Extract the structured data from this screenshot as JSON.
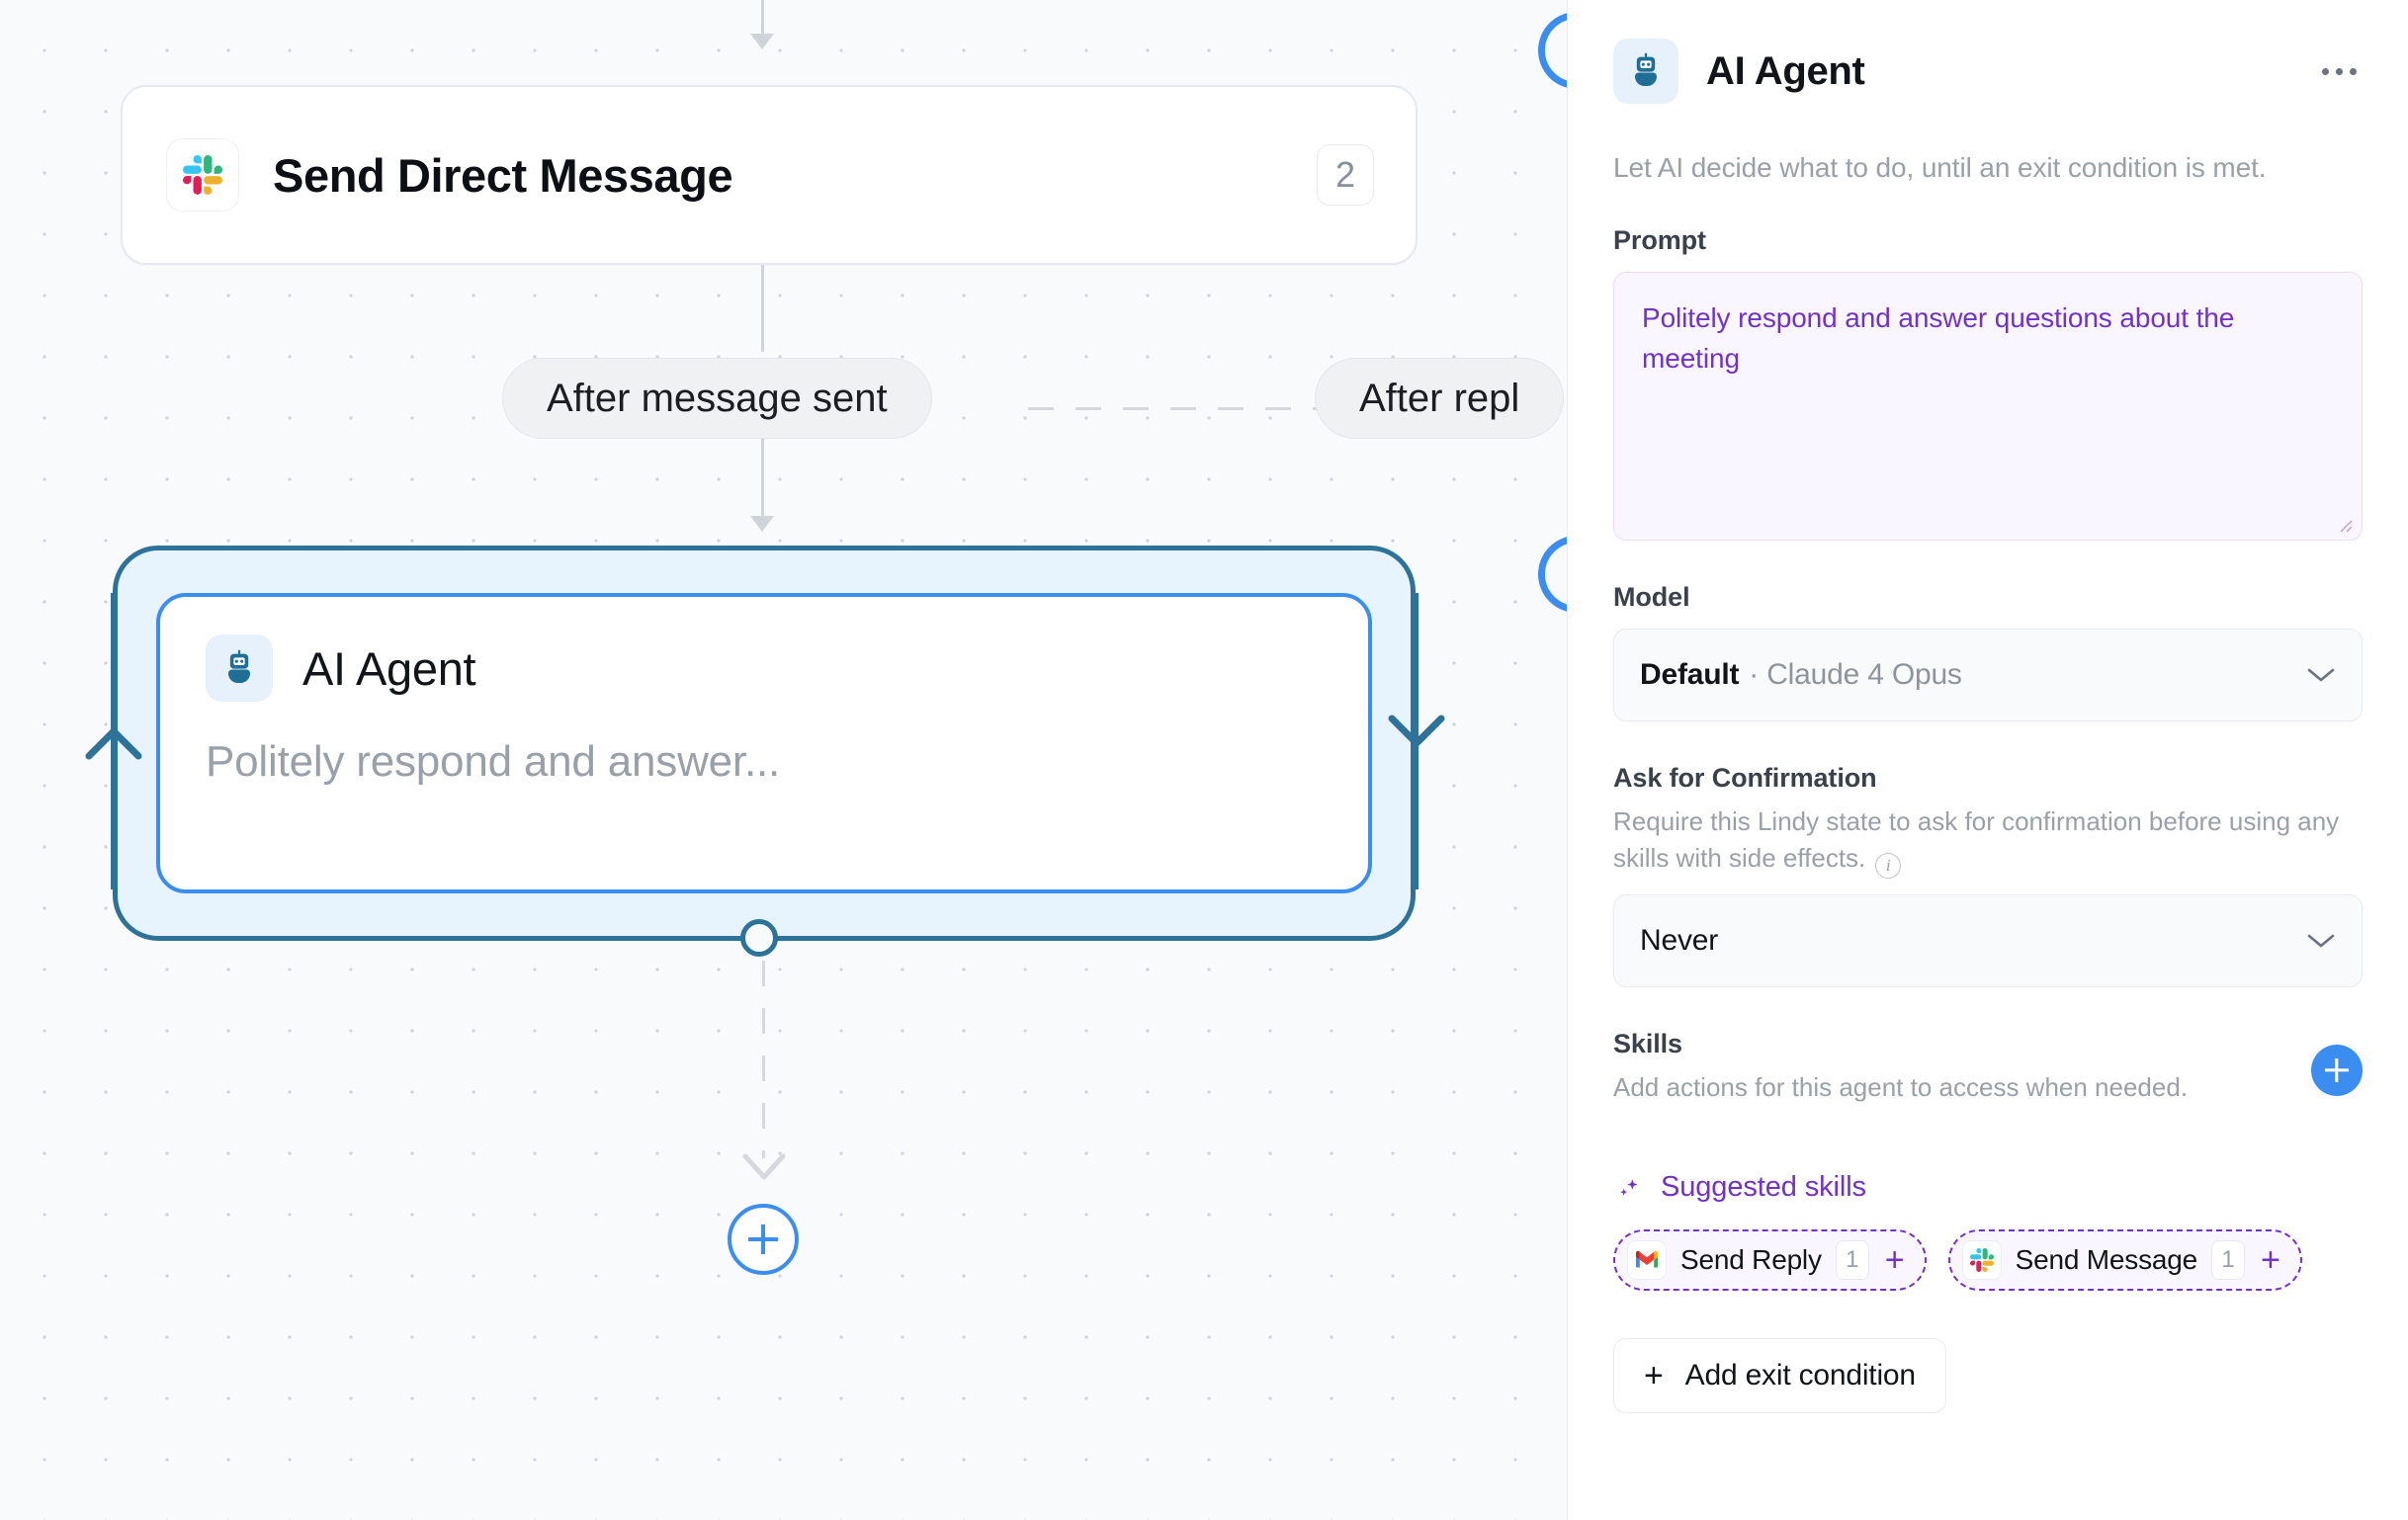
{
  "canvas": {
    "nodes": [
      {
        "id": "send-direct-message",
        "icon": "slack-icon",
        "title": "Send Direct Message",
        "badge": "2"
      },
      {
        "id": "ai-agent",
        "icon": "robot-icon",
        "title": "AI Agent",
        "subtitle": "Politely respond and answer..."
      }
    ],
    "pills": [
      {
        "label": "After message sent"
      },
      {
        "label": "After repl"
      }
    ],
    "add_step_button": "add-step-plus"
  },
  "panel": {
    "icon": "robot-icon",
    "title": "AI Agent",
    "menu_icon": "kebab-menu-icon",
    "description": "Let AI decide what to do, until an exit condition is met.",
    "prompt": {
      "label": "Prompt",
      "value": "Politely respond and answer questions about the meeting"
    },
    "model": {
      "label": "Model",
      "value_strong": "Default",
      "value_muted": "· Claude 4 Opus"
    },
    "confirmation": {
      "label": "Ask for Confirmation",
      "help": "Require this Lindy state to ask for confirmation before using any skills with side effects.",
      "value": "Never"
    },
    "skills": {
      "label": "Skills",
      "help": "Add actions for this agent to access when needed.",
      "add_button": "add-skill-button",
      "suggested_label": "Suggested skills",
      "suggested": [
        {
          "icon": "gmail-icon",
          "label": "Send Reply",
          "count": "1",
          "plus": "+"
        },
        {
          "icon": "slack-icon",
          "label": "Send Message",
          "count": "1",
          "plus": "+"
        }
      ]
    },
    "exit_condition": {
      "plus": "+",
      "label": "Add exit condition"
    }
  },
  "colors": {
    "accent_blue": "#3b8ef0",
    "loop_border": "#2d7399",
    "purple": "#7231c7",
    "canvas_bg": "#f8fafc"
  }
}
